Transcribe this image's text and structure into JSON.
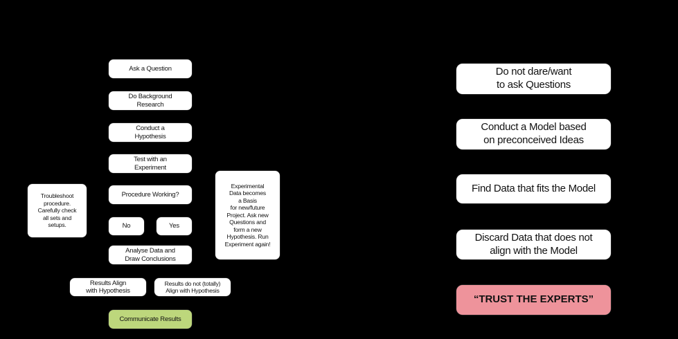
{
  "background_color": "#000000",
  "colors": {
    "node_fill": "#ffffff",
    "node_text": "#111111",
    "highlight_green": "#bdd77c",
    "highlight_pink": "#ee939b"
  },
  "left_column": {
    "title": "scientific-method-flow",
    "nodes": [
      {
        "id": "ask-a-question",
        "label": "Ask a Question"
      },
      {
        "id": "do-background-research",
        "label": "Do Background\nResearch"
      },
      {
        "id": "conduct-a-hypothesis",
        "label": "Conduct a\nHypothesis"
      },
      {
        "id": "test-with-an-experiment",
        "label": "Test with an\nExperiment"
      },
      {
        "id": "procedure-working",
        "label": "Procedure Working?"
      },
      {
        "id": "answer-no",
        "label": "No"
      },
      {
        "id": "answer-yes",
        "label": "Yes"
      },
      {
        "id": "analyse-data",
        "label": "Analyse Data and\nDraw Conclusions"
      },
      {
        "id": "results-align",
        "label": "Results Align\nwith Hypothesis"
      },
      {
        "id": "results-do-not-align",
        "label": "Results do not (totally)\nAlign with Hypothesis"
      },
      {
        "id": "communicate-results",
        "label": "Communicate Results",
        "fill": "#bdd77c"
      }
    ],
    "side_nodes": [
      {
        "id": "troubleshoot",
        "label": "Troubleshoot\nprocedure.\nCarefully check\nall sets and\nsetups."
      },
      {
        "id": "experimental-data-basis",
        "label": "Experimental\nData becomes\na Basis\nfor new/future\nProject. Ask new\nQuestions and\nform a new\nHypothesis. Run\nExperiment again!"
      }
    ]
  },
  "right_column": {
    "title": "trust-the-experts-flow",
    "nodes": [
      {
        "id": "do-not-ask-questions",
        "label": "Do not dare/want\nto ask Questions"
      },
      {
        "id": "conduct-a-model",
        "label": "Conduct a Model based\non preconceived Ideas"
      },
      {
        "id": "find-data-fits-model",
        "label": "Find Data that fits the Model"
      },
      {
        "id": "discard-data",
        "label": "Discard Data that does not\nalign with the Model"
      },
      {
        "id": "trust-the-experts",
        "label": "“TRUST THE EXPERTS”",
        "fill": "#ee939b"
      }
    ]
  }
}
